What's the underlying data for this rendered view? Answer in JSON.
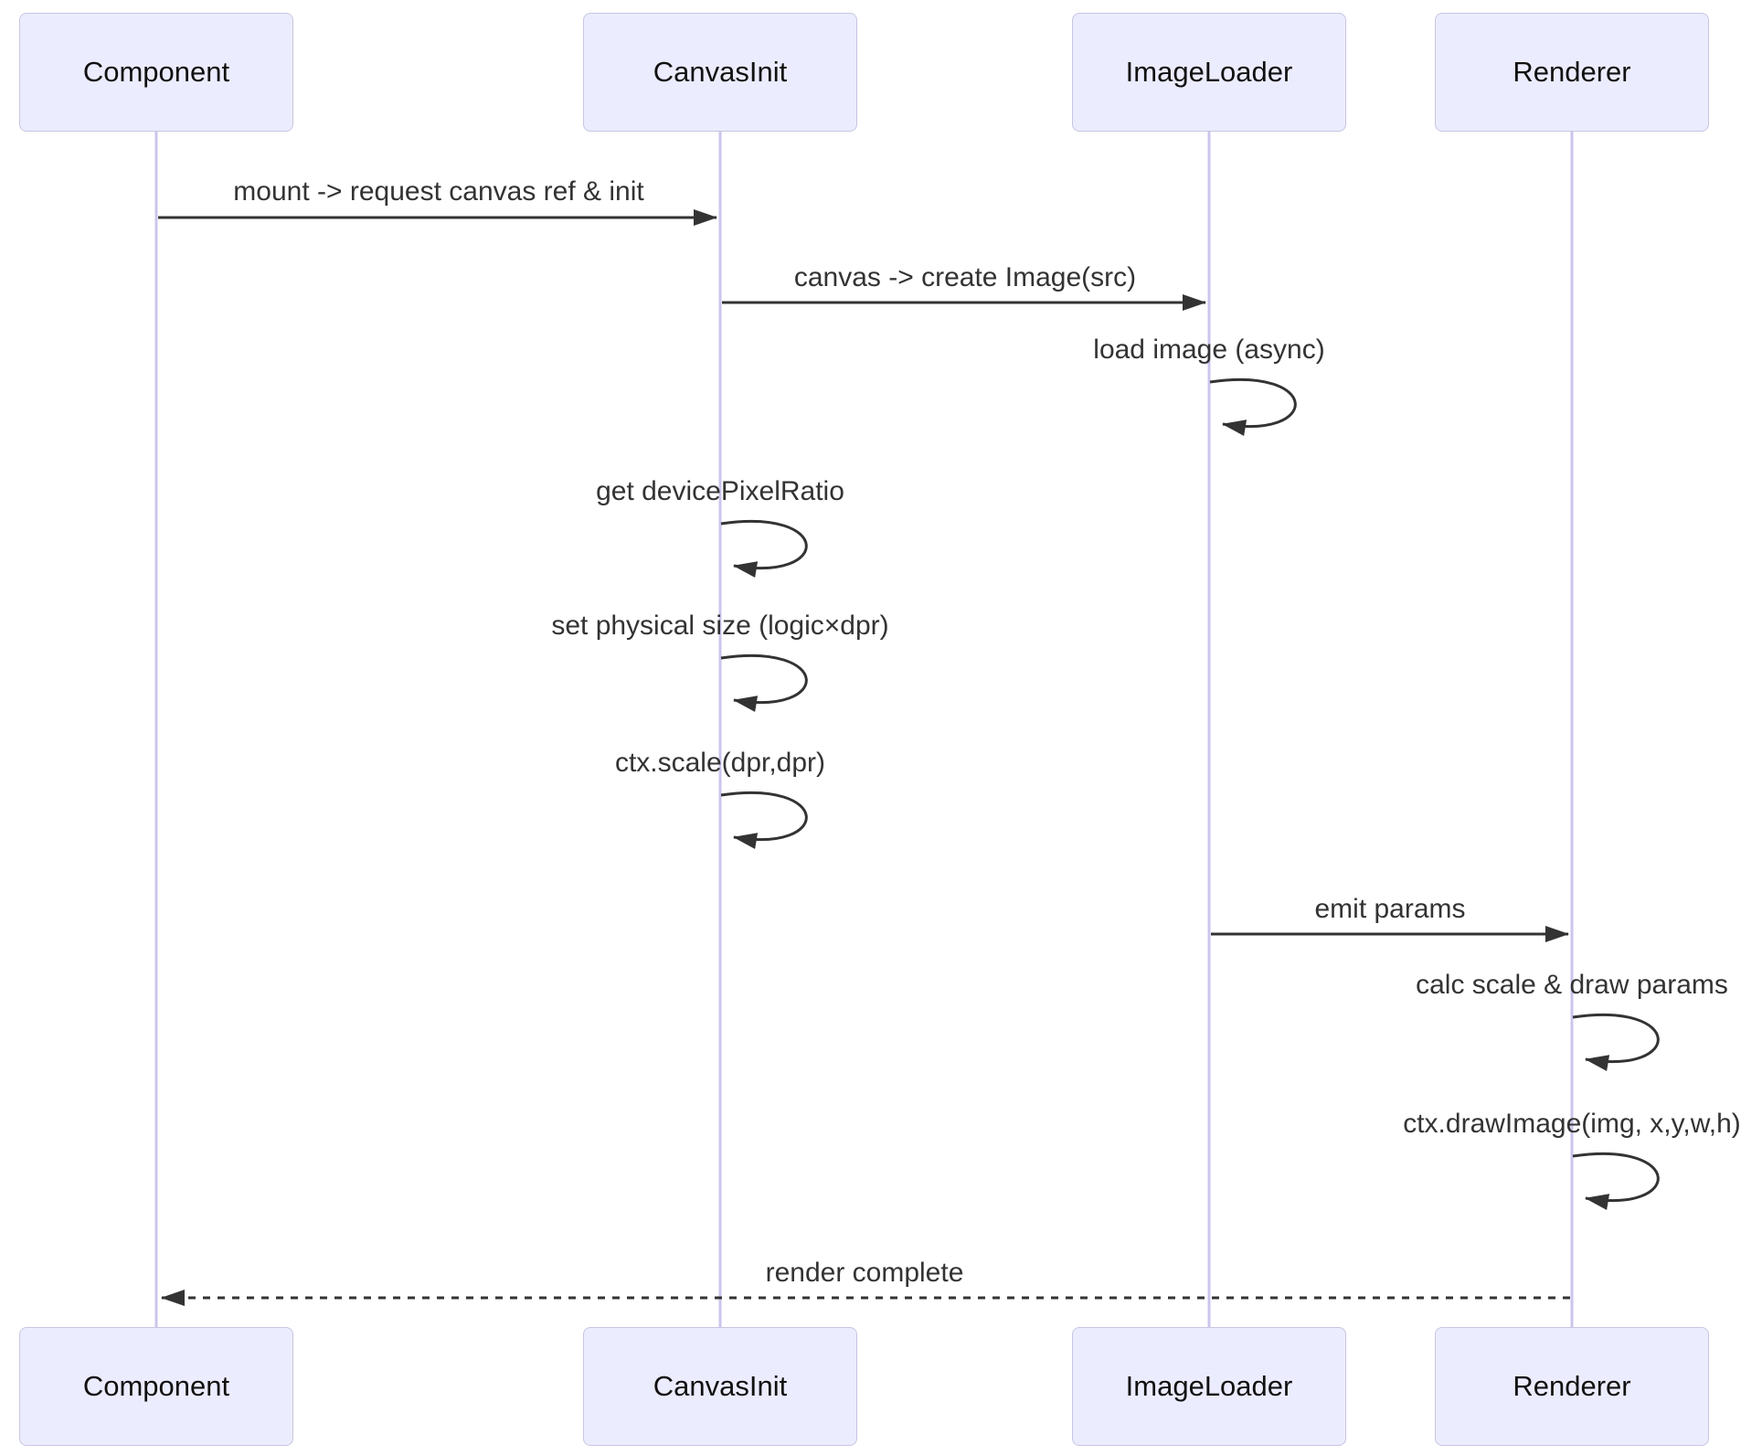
{
  "diagram": {
    "kind": "sequence-diagram",
    "actors": [
      {
        "id": "component",
        "label": "Component"
      },
      {
        "id": "canvasinit",
        "label": "CanvasInit"
      },
      {
        "id": "imageloader",
        "label": "ImageLoader"
      },
      {
        "id": "renderer",
        "label": "Renderer"
      }
    ],
    "messages": [
      {
        "from": "Component",
        "to": "CanvasInit",
        "style": "solid-arrow",
        "label": "mount -> request canvas ref & init"
      },
      {
        "from": "CanvasInit",
        "to": "ImageLoader",
        "style": "solid-arrow",
        "label": "canvas -> create Image(src)"
      },
      {
        "from": "ImageLoader",
        "to": "ImageLoader",
        "style": "self-loop",
        "label": "load image (async)"
      },
      {
        "from": "CanvasInit",
        "to": "CanvasInit",
        "style": "self-loop",
        "label": "get devicePixelRatio"
      },
      {
        "from": "CanvasInit",
        "to": "CanvasInit",
        "style": "self-loop",
        "label": "set physical size (logic×dpr)"
      },
      {
        "from": "CanvasInit",
        "to": "CanvasInit",
        "style": "self-loop",
        "label": "ctx.scale(dpr,dpr)"
      },
      {
        "from": "ImageLoader",
        "to": "Renderer",
        "style": "solid-arrow",
        "label": "emit params"
      },
      {
        "from": "Renderer",
        "to": "Renderer",
        "style": "self-loop",
        "label": "calc scale & draw params"
      },
      {
        "from": "Renderer",
        "to": "Renderer",
        "style": "self-loop",
        "label": "ctx.drawImage(img, x,y,w,h)"
      },
      {
        "from": "Renderer",
        "to": "Component",
        "style": "dashed-arrow",
        "label": "render complete"
      }
    ],
    "colors": {
      "actor_fill": "#ECECFF",
      "actor_border": "#C6C6E3",
      "actor_text": "#111111",
      "lifeline": "#CBC5EC",
      "arrow": "#333333",
      "msg_text": "#333333"
    }
  }
}
